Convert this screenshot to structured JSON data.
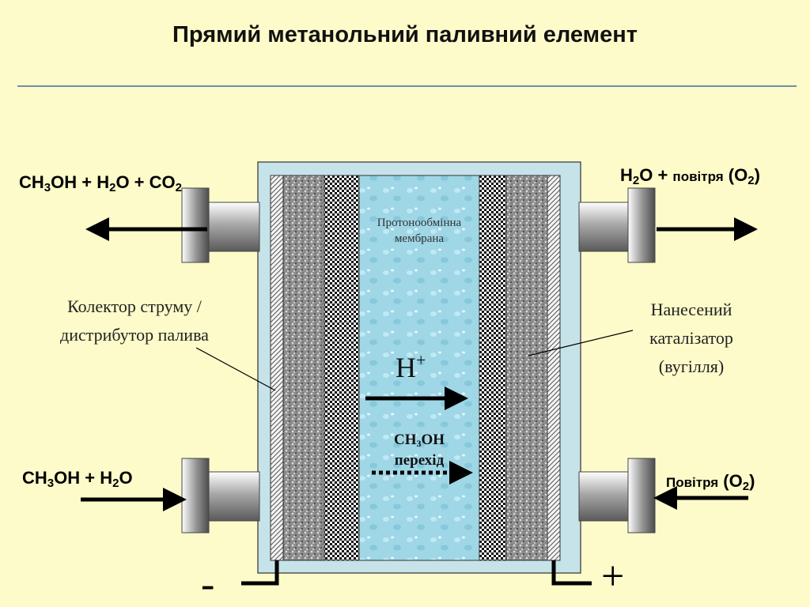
{
  "title": "Прямий метанольний паливний елемент",
  "outputs": {
    "left_top": {
      "p1": "CH",
      "s1": "3",
      "p2": "OH + H",
      "s2": "2",
      "p3": "O + CO",
      "s3": "2"
    },
    "right_top": {
      "p1": "H",
      "s1": "2",
      "p2": "O + ",
      "small": "повітря",
      "p3": " (O",
      "s3": "2",
      "p4": ")"
    }
  },
  "inputs": {
    "left_bottom": {
      "p1": "CH",
      "s1": "3",
      "p2": "OH + H",
      "s2": "2",
      "p3": "O"
    },
    "right_bottom": {
      "small": "Повітря",
      "p1": " (O",
      "s1": "2",
      "p2": ")"
    }
  },
  "labels": {
    "collector_line1": "Колектор струму /",
    "collector_line2": "дистрибутор палива",
    "catalyst_line1": "Нанесений",
    "catalyst_line2": "каталізатор",
    "catalyst_line3": "(вугілля)",
    "membrane_line1": "Протонообмінна",
    "membrane_line2": "мембрана",
    "proton": {
      "base": "H",
      "sup": "+"
    },
    "crossover": {
      "p1": "CH",
      "s1": "3",
      "p2": "OH",
      "line2": "перехід"
    },
    "minus": "-",
    "plus": "+"
  },
  "colors": {
    "background": "#fdfbc9",
    "membrane": "#9fd7e6",
    "frame": "#c7e3ea",
    "electrode": "#9a9a9a",
    "rule": "#6f8fa8"
  }
}
